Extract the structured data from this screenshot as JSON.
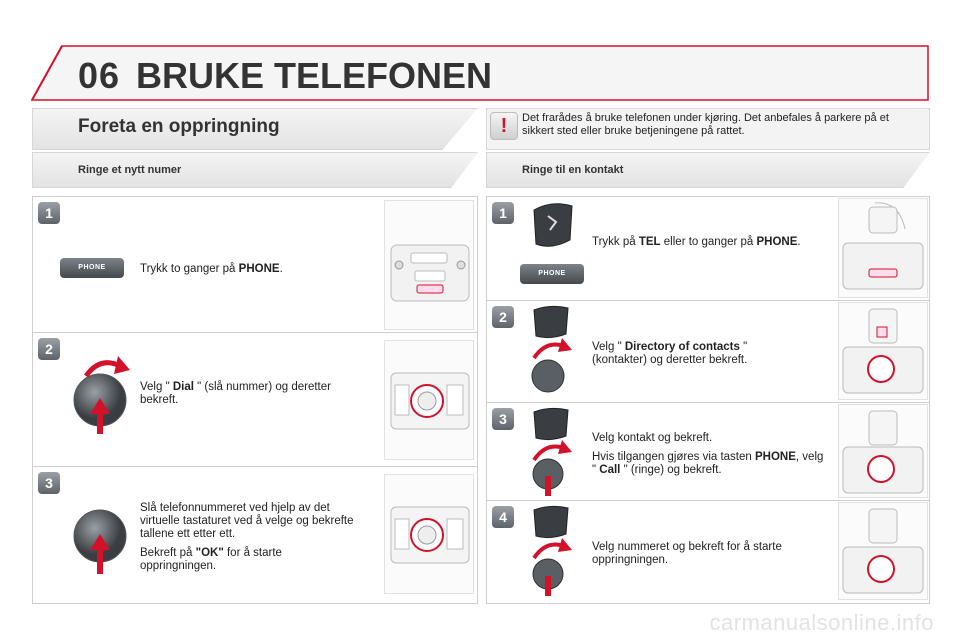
{
  "header": {
    "chapter": "06",
    "title": "BRUKE TELEFONEN"
  },
  "section": {
    "title": "Foreta en oppringning"
  },
  "warning": {
    "icon": "!",
    "text": "Det frarådes å bruke telefonen under kjøring. Det anbefales å parkere på et sikkert sted eller bruke betjeningene på rattet."
  },
  "left": {
    "title": "Ringe et nytt numer",
    "steps": [
      {
        "num": "1",
        "button_label": "PHONE",
        "t1": "Trykk to ganger på ",
        "b1": "PHONE",
        "t2": "."
      },
      {
        "num": "2",
        "t1": "Velg \" ",
        "b1": "Dial",
        "t2": " \" (slå nummer) og deretter bekreft."
      },
      {
        "num": "3",
        "p1": "Slå telefonnummeret ved hjelp av det virtuelle tastaturet ved å velge og bekrefte tallene ett etter ett.",
        "t1": "Bekreft på ",
        "b1": "\"OK\"",
        "t2": " for å starte oppringningen."
      }
    ]
  },
  "right": {
    "title": "Ringe til en kontakt",
    "steps": [
      {
        "num": "1",
        "button_label": "PHONE",
        "t1": "Trykk på ",
        "b1": "TEL",
        "t2": " eller to ganger på ",
        "b2": "PHONE",
        "t3": "."
      },
      {
        "num": "2",
        "t1": "Velg \" ",
        "b1": "Directory of contacts",
        "t2": " \" (kontakter) og deretter bekreft."
      },
      {
        "num": "3",
        "p1": "Velg kontakt og bekreft.",
        "t1": "Hvis tilgangen gjøres via tasten ",
        "b1": "PHONE",
        "t2": ", velg \" ",
        "b2": "Call",
        "t3": " \" (ringe) og bekreft."
      },
      {
        "num": "4",
        "p1": "Velg nummeret og bekreft for å starte oppringningen."
      }
    ]
  },
  "footer": {
    "watermark": "carmanualsonline.info"
  },
  "colors": {
    "accent": "#d3122a",
    "text": "#222222",
    "panel": "#f1f1f1"
  }
}
